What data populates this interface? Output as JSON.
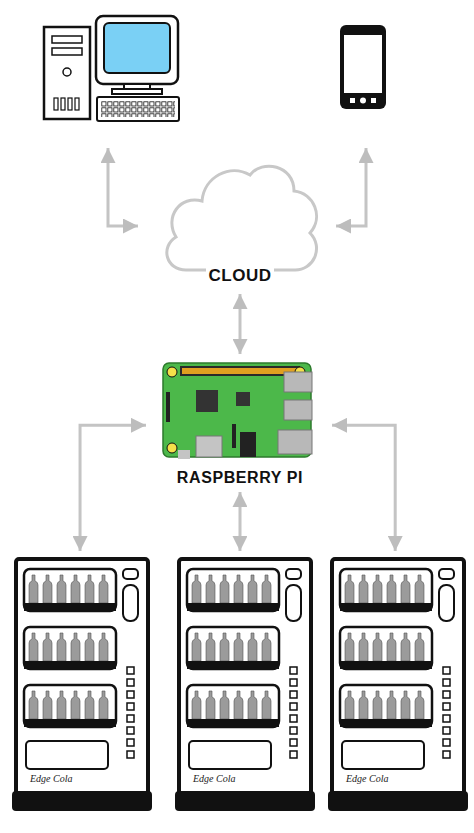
{
  "diagram": {
    "nodes": [
      {
        "text": [
          "CLOUD"
        ]
      },
      {
        "text": [
          "RASPBERRY PI"
        ]
      },
      {
        "text": [
          "Edge Cola"
        ]
      },
      {
        "text": [
          "Edge Cola"
        ]
      },
      {
        "text": [
          "Edge Cola"
        ]
      }
    ],
    "edges": [
      {
        "from": 0,
        "to": 1,
        "arrow": "both"
      },
      {
        "from": 1,
        "to": 2,
        "arrow": "both"
      },
      {
        "from": 1,
        "to": 3,
        "arrow": "both"
      },
      {
        "from": 1,
        "to": 4,
        "arrow": "both"
      }
    ]
  }
}
